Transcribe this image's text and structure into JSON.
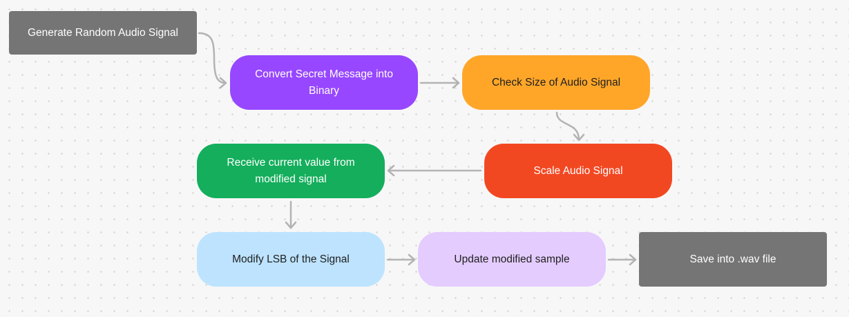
{
  "nodes": {
    "generate": "Generate Random Audio Signal",
    "convert": "Convert Secret Message into Binary",
    "check_size": "Check Size of Audio Signal",
    "scale": "Scale Audio Signal",
    "receive": "Receive current value from modified signal",
    "modify_lsb": "Modify LSB of the Signal",
    "update": "Update modified sample",
    "save": "Save into .wav file"
  },
  "colors": {
    "canvas": "#f7f7f7",
    "grid_dot": "#d4d4d4",
    "connector": "#b3b3b3",
    "gray": "#757575",
    "purple": "#9747ff",
    "orange": "#ffa629",
    "red": "#f24822",
    "green": "#14ae5c",
    "light_blue": "#bde3ff",
    "lavender": "#e4ccff"
  }
}
